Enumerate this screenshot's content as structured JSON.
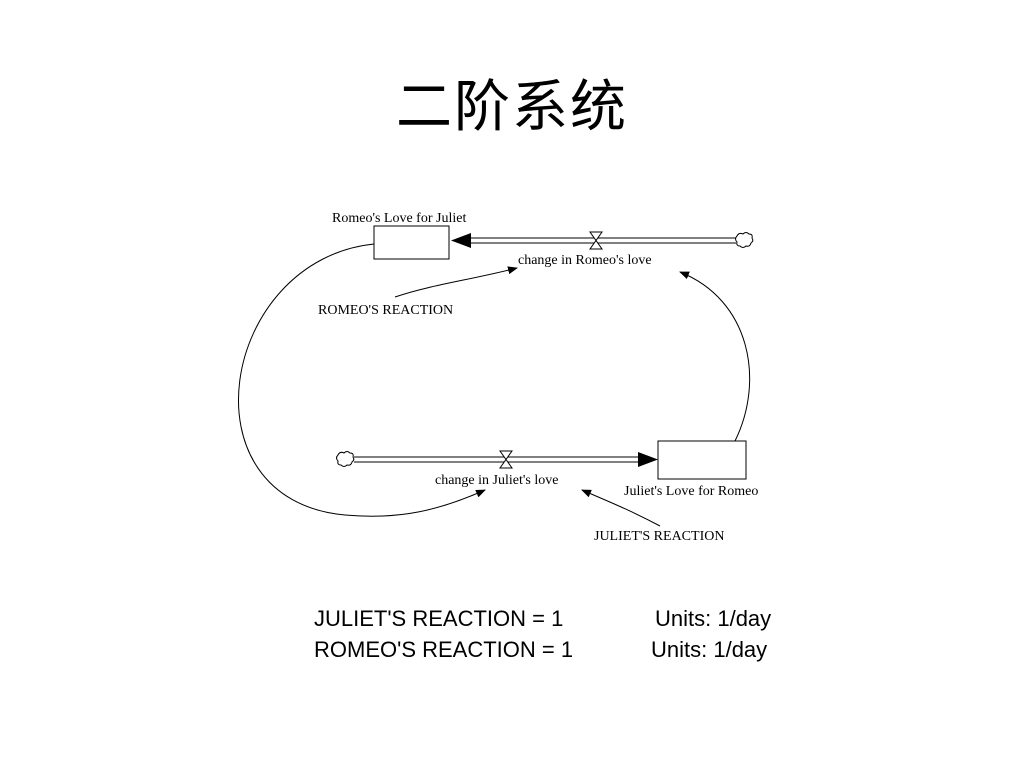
{
  "title": "二阶系统",
  "diagram": {
    "stock_romeo": "Romeo's Love for Juliet",
    "stock_juliet": "Juliet's Love for Romeo",
    "flow_romeo": "change in Romeo's love",
    "flow_juliet": "change in Juliet's love",
    "aux_romeo": "ROMEO'S REACTION",
    "aux_juliet": "JULIET'S REACTION"
  },
  "equations": [
    {
      "text": "JULIET'S REACTION = 1",
      "units": "Units: 1/day"
    },
    {
      "text": "ROMEO'S REACTION = 1",
      "units": "Units: 1/day"
    }
  ]
}
